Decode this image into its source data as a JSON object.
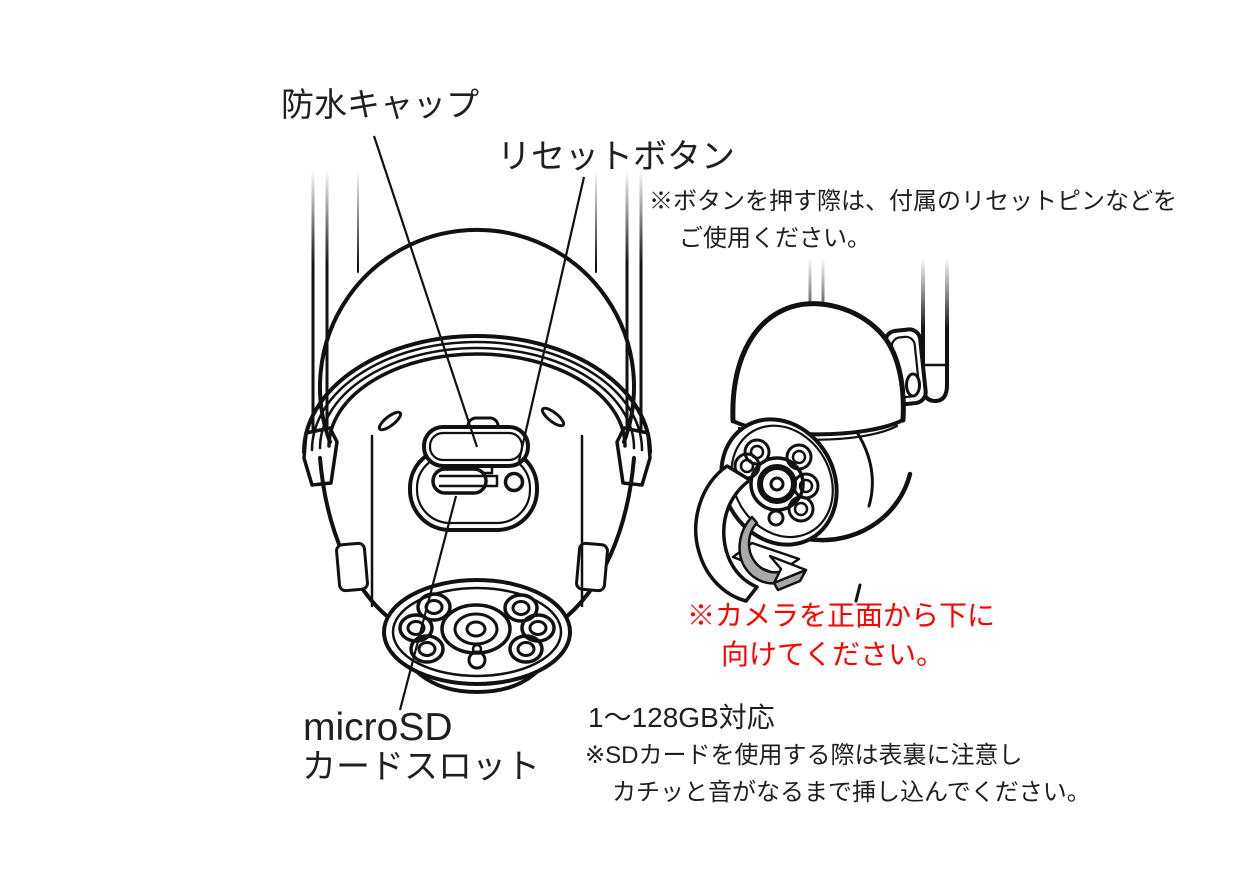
{
  "figure_labels": {
    "waterproof_cap": "防水キャップ",
    "reset_button": "リセットボタン",
    "microsd_line1": "microSD",
    "microsd_line2": "カードスロット"
  },
  "annotations": {
    "reset_note_line1": "※ボタンを押す際は、付属のリセットピンなどを",
    "reset_note_line2": "ご使用ください。",
    "tilt_warning_line1": "※カメラを正面から下に",
    "tilt_warning_line2": "向けてください。",
    "sd_capacity": "1〜128GB対応",
    "sd_note_line1": "※SDカードを使用する際は表裏に注意し",
    "sd_note_line2": "カチッと音がなるまで挿し込んでください。"
  },
  "colors": {
    "text": "#1f1f1f",
    "warning_red": "#ff0000",
    "line_art": "#111111",
    "arrow_gray": "#a9a9a9",
    "background": "#ffffff"
  }
}
